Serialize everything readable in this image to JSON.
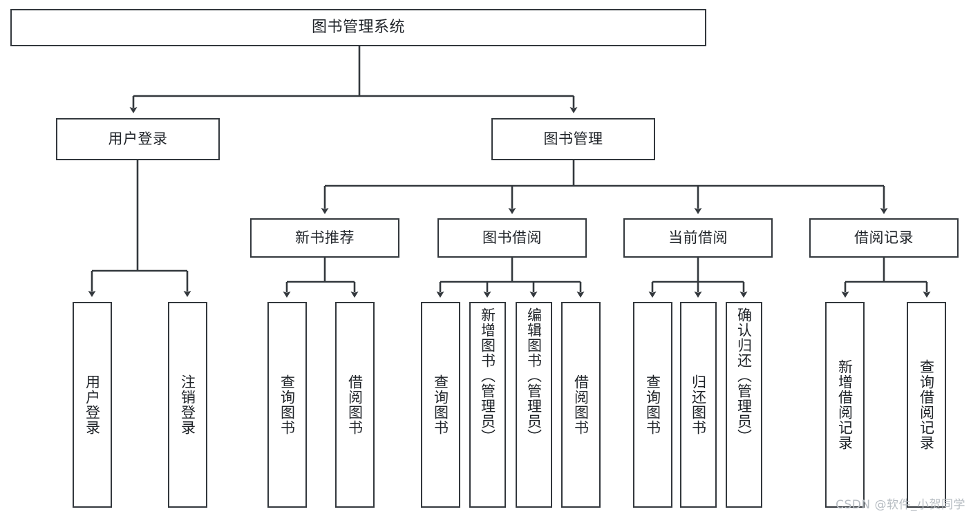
{
  "diagram": {
    "type": "hierarchy-tree",
    "title": "图书管理系统",
    "root": {
      "label": "图书管理系统"
    },
    "level2": [
      {
        "label": "用户登录"
      },
      {
        "label": "图书管理"
      }
    ],
    "level3": [
      {
        "label": "新书推荐"
      },
      {
        "label": "图书借阅"
      },
      {
        "label": "当前借阅"
      },
      {
        "label": "借阅记录"
      }
    ],
    "leaves": {
      "user_login": [
        {
          "label": "用户登录"
        },
        {
          "label": "注销登录"
        }
      ],
      "new_book_recommend": [
        {
          "label": "查询图书"
        },
        {
          "label": "借阅图书"
        }
      ],
      "book_borrow": [
        {
          "label": "查询图书"
        },
        {
          "label": "新增图书（管理员）"
        },
        {
          "label": "编辑图书（管理员）"
        },
        {
          "label": "借阅图书"
        }
      ],
      "current_borrow": [
        {
          "label": "查询图书"
        },
        {
          "label": "归还图书"
        },
        {
          "label": "确认归还（管理员）"
        }
      ],
      "borrow_record": [
        {
          "label": "新增借阅记录"
        },
        {
          "label": "查询借阅记录"
        }
      ]
    }
  },
  "watermark": {
    "text": "CSDN @软件_小贺同学"
  },
  "colors": {
    "border": "#33383d",
    "text": "#1f2328",
    "background": "#ffffff",
    "watermark": "#b6bcc2"
  }
}
